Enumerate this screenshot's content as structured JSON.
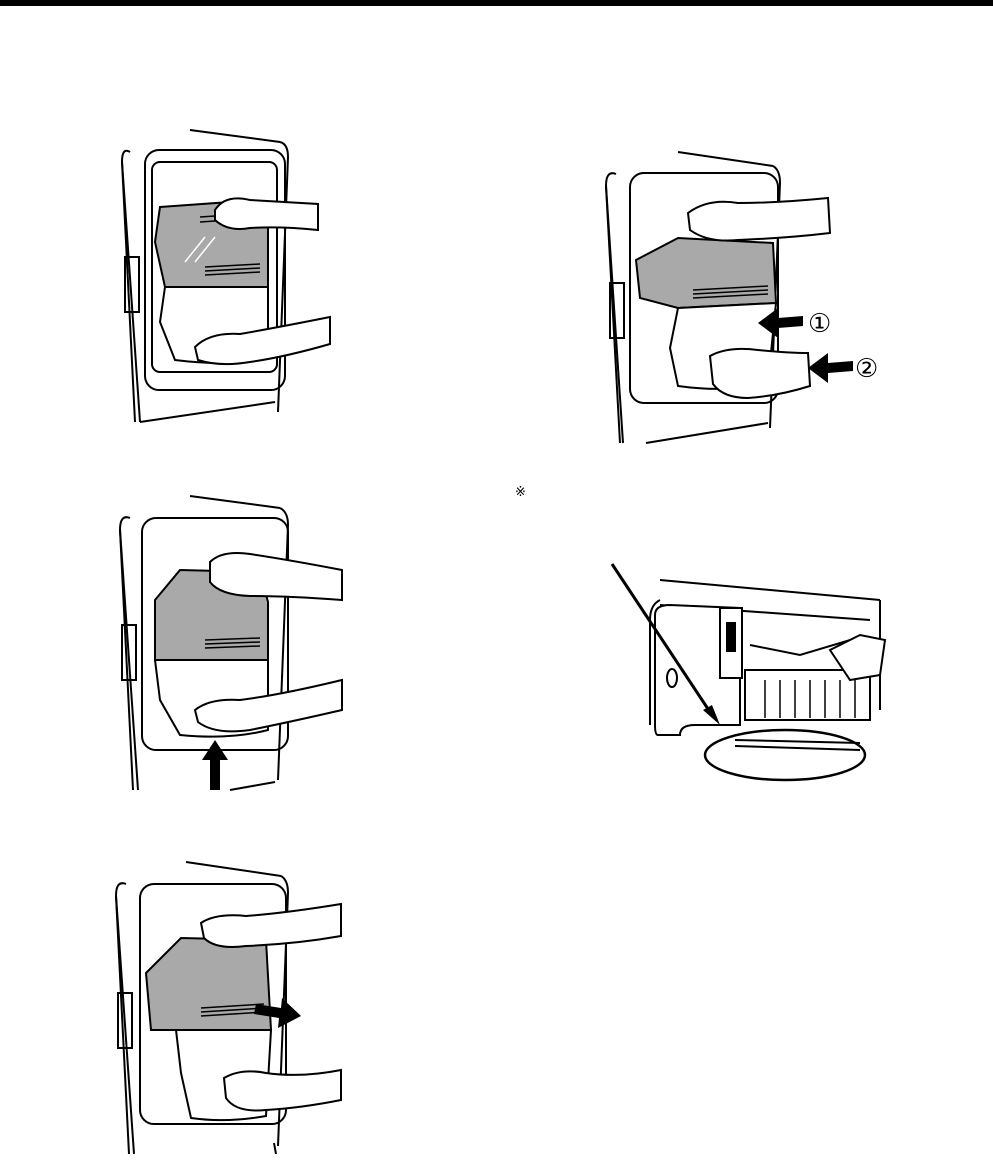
{
  "page": {
    "note_mark": "※",
    "callouts": {
      "step_1": "①",
      "step_2": "②"
    }
  },
  "figures": [
    {
      "id": "remove-step-a",
      "icon": "hands-holding-ice-bin-icon"
    },
    {
      "id": "remove-step-b",
      "icon": "tilt-and-pull-ice-bin-icon"
    },
    {
      "id": "remove-step-c",
      "icon": "lift-ice-bin-up-icon"
    },
    {
      "id": "ice-maker-detail",
      "icon": "ice-maker-lever-detail-icon"
    },
    {
      "id": "remove-step-d",
      "icon": "pull-ice-bin-out-icon"
    }
  ],
  "colors": {
    "ink": "#000000",
    "bin_shade": "#a9a9a9",
    "paper": "#ffffff"
  }
}
